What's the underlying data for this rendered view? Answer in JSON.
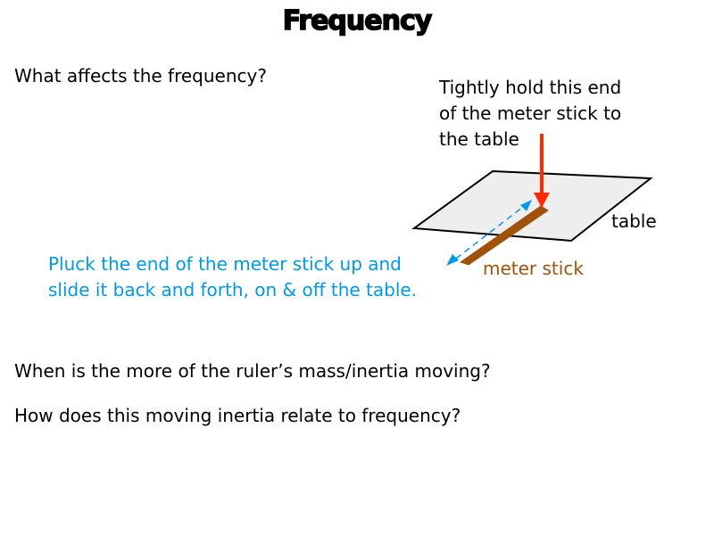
{
  "title": "Frequency",
  "question1": "What affects the frequency?",
  "instruction_hold": "Tightly hold this end\nof the meter stick to\nthe table",
  "instruction_pluck": "Pluck the end of the meter stick up and\nslide it back and forth, on & off the table.",
  "label_table": "table",
  "label_stick": "meter stick",
  "question2": "When is the more of the ruler’s mass/inertia moving?",
  "question3": "How does this moving inertia relate to frequency?",
  "colors": {
    "text": "#000000",
    "accent_blue": "#0099e6",
    "arrow_red": "#ff2a00",
    "stick_brown": "#a0520a",
    "table_fill": "#eeeeee"
  }
}
